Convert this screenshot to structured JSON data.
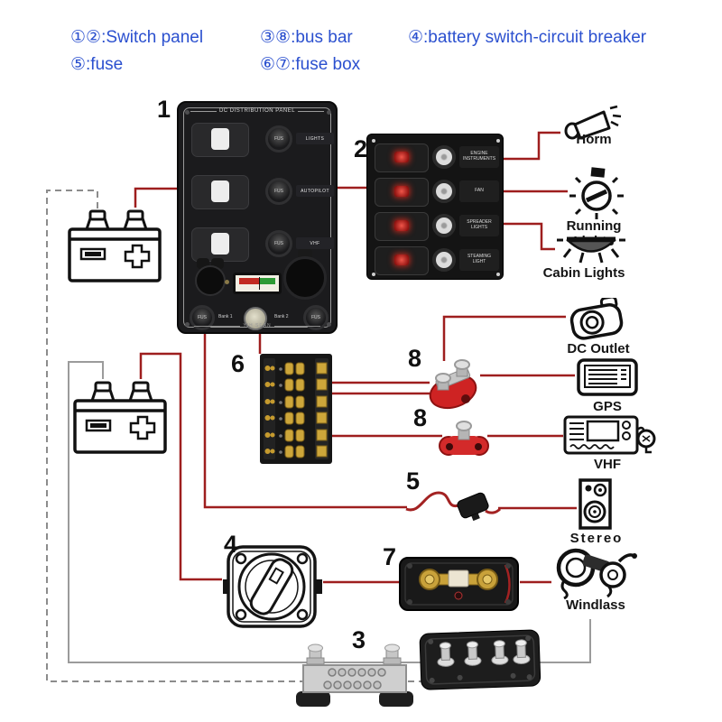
{
  "legend": {
    "color": "#2b50cf",
    "items": [
      "①②:Switch panel",
      "③⑧:bus bar",
      "④:battery switch-circuit breaker",
      "⑤:fuse",
      "⑥⑦:fuse box"
    ]
  },
  "markers": {
    "panel1": "1",
    "panel2": "2",
    "busbar3": "3",
    "battery_switch4": "4",
    "fuse5": "5",
    "fusebox6": "6",
    "fusebox7": "7",
    "busbar8_top": "8",
    "busbar8_bottom": "8"
  },
  "panel1": {
    "title": "DC DISTRIBUTION PANEL",
    "breakers": [
      "LIGHTS",
      "AUTOPILOT",
      "VHF"
    ],
    "fuse_abbr": "FUS",
    "banks": [
      "Bank 1",
      "Bank 2"
    ],
    "logo": "YIH SEAN"
  },
  "panel2": {
    "circuits": [
      "ENGINE INSTRUMENTS",
      "FAN",
      "SPREADER LIGHTS",
      "STEAMING LIGHT"
    ]
  },
  "devices": [
    {
      "label": "Horm",
      "icon": "horn-icon"
    },
    {
      "label": "Running Lights",
      "icon": "running-lights-icon"
    },
    {
      "label": "Cabin Lights",
      "icon": "cabin-lights-icon"
    },
    {
      "label": "DC Outlet",
      "icon": "dc-outlet-icon"
    },
    {
      "label": "GPS",
      "icon": "gps-icon"
    },
    {
      "label": "VHF",
      "icon": "vhf-icon"
    },
    {
      "label": "Stereo",
      "icon": "stereo-icon"
    },
    {
      "label": "Windlass",
      "icon": "windlass-icon"
    }
  ],
  "wires": {
    "positive_color": "#9e1e1e",
    "negative_color": "#9b9b9b",
    "negative_dashed_color": "#8c8c8c"
  }
}
